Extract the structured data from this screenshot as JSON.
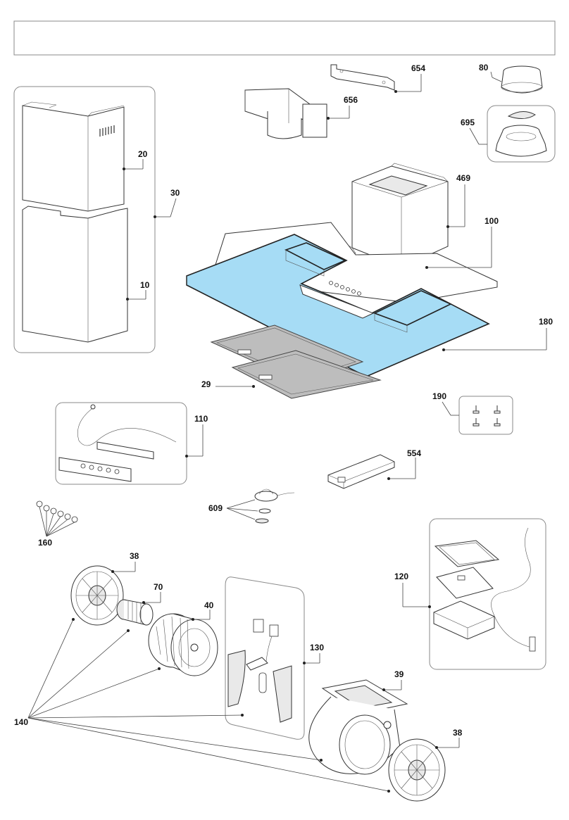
{
  "header_box_text": "",
  "labels": {
    "p654": "654",
    "p80": "80",
    "p656": "656",
    "p695": "695",
    "p20": "20",
    "p30": "30",
    "p469": "469",
    "p100": "100",
    "p10": "10",
    "p180": "180",
    "p29": "29",
    "p190": "190",
    "p110": "110",
    "p554": "554",
    "p609": "609",
    "p160": "160",
    "p38a": "38",
    "p120": "120",
    "p70": "70",
    "p40": "40",
    "p130": "130",
    "p39": "39",
    "p140": "140",
    "p38b": "38"
  },
  "colors": {
    "highlight_blue": "#a6dcf5",
    "line": "#444444",
    "group_border": "#8a8a8a"
  }
}
